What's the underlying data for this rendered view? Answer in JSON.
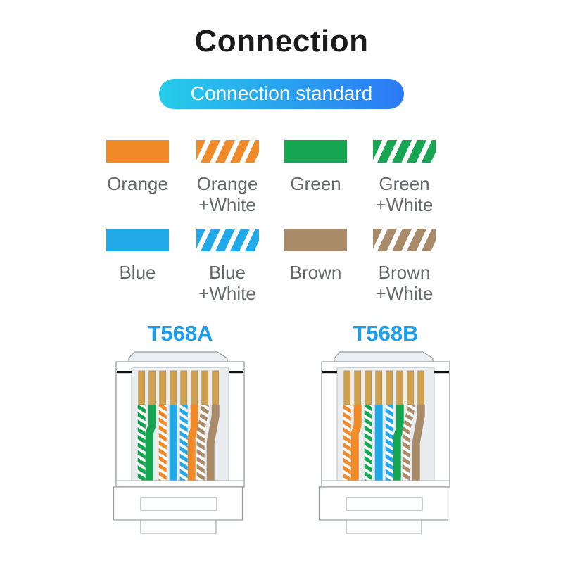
{
  "title": "Connection",
  "badge": {
    "label": "Connection standard",
    "gradient_left": "#26CDE9",
    "gradient_right": "#2C79F5"
  },
  "legend": {
    "label_color": "#66686B",
    "items": [
      {
        "name": "orange",
        "lines": [
          "Orange"
        ],
        "color": "#F18A29",
        "striped": false
      },
      {
        "name": "orange-white",
        "lines": [
          "Orange",
          "+White"
        ],
        "color": "#F18A29",
        "striped": true
      },
      {
        "name": "green",
        "lines": [
          "Green"
        ],
        "color": "#16A551",
        "striped": false
      },
      {
        "name": "green-white",
        "lines": [
          "Green",
          "+White"
        ],
        "color": "#16A551",
        "striped": true
      },
      {
        "name": "blue",
        "lines": [
          "Blue"
        ],
        "color": "#22A9EA",
        "striped": false
      },
      {
        "name": "blue-white",
        "lines": [
          "Blue",
          "+White"
        ],
        "color": "#22A9EA",
        "striped": true
      },
      {
        "name": "brown",
        "lines": [
          "Brown"
        ],
        "color": "#A98B69",
        "striped": false
      },
      {
        "name": "brown-white",
        "lines": [
          "Brown",
          "+White"
        ],
        "color": "#A98B69",
        "striped": true
      }
    ]
  },
  "connectors": [
    {
      "name": "T568A",
      "wires": [
        "green-white",
        "green",
        "orange-white",
        "blue",
        "blue-white",
        "orange",
        "brown-white",
        "brown"
      ]
    },
    {
      "name": "T568B",
      "wires": [
        "orange-white",
        "orange",
        "green-white",
        "blue",
        "blue-white",
        "green",
        "brown-white",
        "brown"
      ]
    }
  ],
  "wire_colors": {
    "orange": "#F18A29",
    "green": "#16A551",
    "blue": "#22A9EA",
    "brown": "#A98B69"
  },
  "connector_colors": {
    "title_blue": "#1A9EF0",
    "pin_gold": "#CFA04E",
    "pin_edge": "#B98E3F",
    "body_outline": "#959BA0",
    "body_fill": "#FFFFFF",
    "inner_fill": "#E9EDF0",
    "latch_fill": "#EAEFF2",
    "contact_bar": "#111111"
  }
}
